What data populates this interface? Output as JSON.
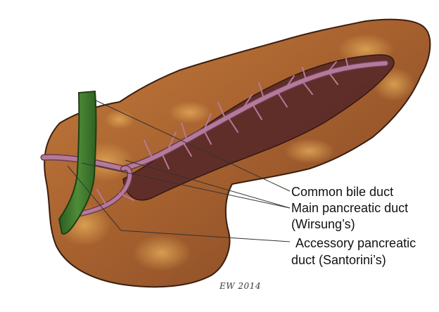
{
  "labels": {
    "common_bile_duct": "Common bile duct",
    "main_duct_line1": "Main pancreatic duct",
    "main_duct_line2": "(Wirsung’s)",
    "accessory_duct_line1": " Accessory pancreatic",
    "accessory_duct_line2": "duct (Santorini’s)"
  },
  "signature": "EW 2014",
  "colors": {
    "background": "#ffffff",
    "pancreas_body": "#a8622f",
    "pancreas_outline": "#3b1e10",
    "pancreas_highlight": "#d89a4a",
    "duct_tissue": "#5a2a28",
    "duct": "#b57a9a",
    "duct_outline": "#6a3a52",
    "bile_duct": "#3f7a2e",
    "bile_duct_outline": "#1e3e14",
    "leader_lines": "#333333"
  }
}
